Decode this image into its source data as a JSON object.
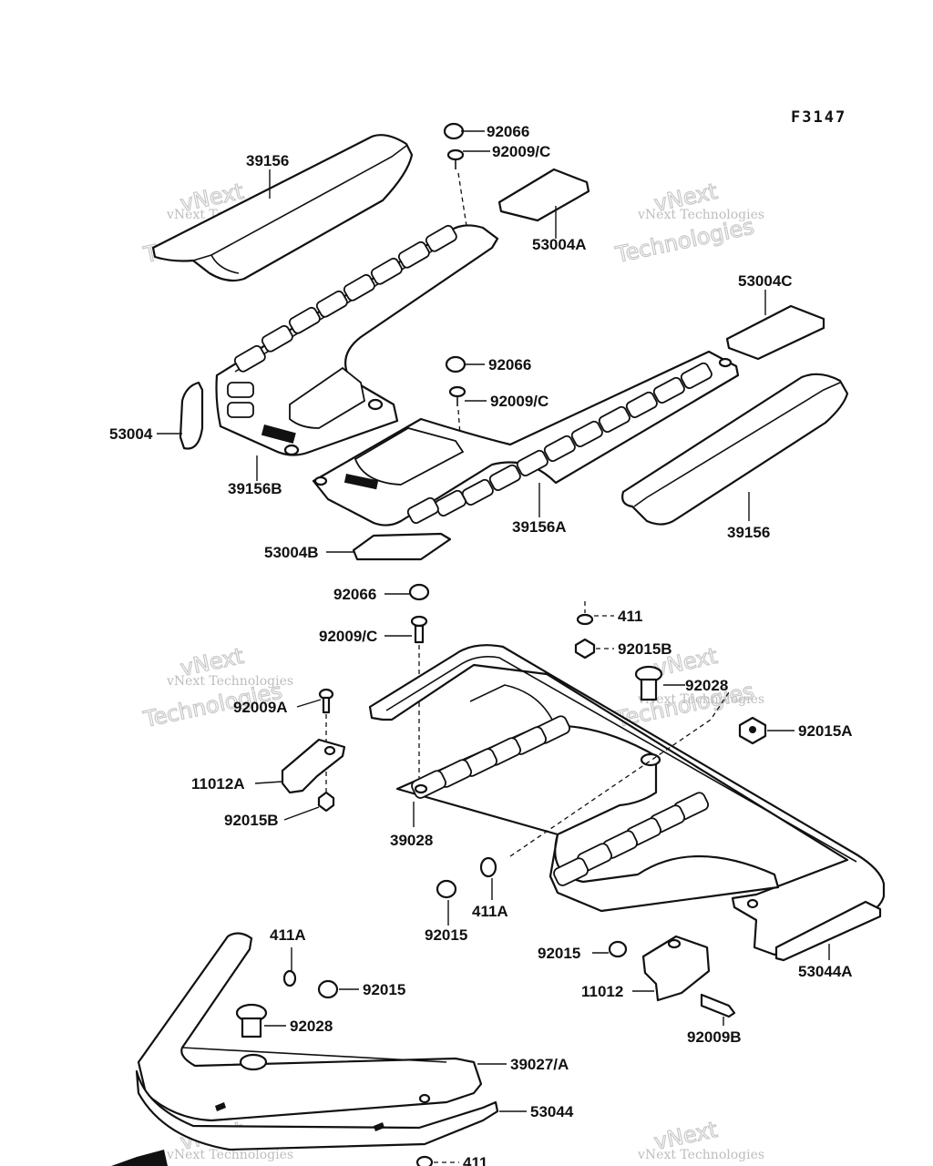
{
  "figure_code": "F3147",
  "watermark": {
    "line1": "vNext Technologies",
    "big_top": "vNext",
    "big_bottom": "Technologies"
  },
  "labels": {
    "p92066_a": "92066",
    "p92009c_a": "92009/C",
    "p39156_a": "39156",
    "p53004A": "53004A",
    "p53004C": "53004C",
    "p92066_b": "92066",
    "p92009c_b": "92009/C",
    "p53004": "53004",
    "p39156B": "39156B",
    "p39156A": "39156A",
    "p39156_b": "39156",
    "p53004B": "53004B",
    "p92066_c": "92066",
    "p411_a": "411",
    "p92009c_c": "92009/C",
    "p92015B_a": "92015B",
    "p92028_a": "92028",
    "p92009A": "92009A",
    "p92015A": "92015A",
    "p11012A": "11012A",
    "p92015B_b": "92015B",
    "p39028": "39028",
    "p411A_a": "411A",
    "p92015_a": "92015",
    "p53044A": "53044A",
    "p411A_b": "411A",
    "p92015_b": "92015",
    "p92015_c": "92015",
    "p11012": "11012",
    "p92028_b": "92028",
    "p92009B": "92009B",
    "p39027A": "39027/A",
    "p53044": "53044",
    "p411_b": "411"
  }
}
